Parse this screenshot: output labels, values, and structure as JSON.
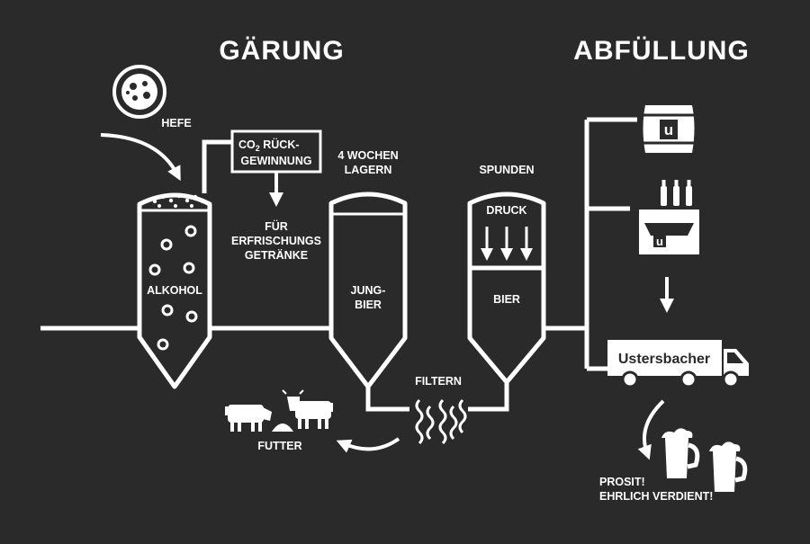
{
  "sections": {
    "left": "GÄRUNG",
    "right": "ABFÜLLUNG"
  },
  "labels": {
    "hefe": "HEFE",
    "co2_line1_main": "CO",
    "co2_line1_sub": "2",
    "co2_line1_rest": " RÜCK-",
    "co2_line2": "GEWINNUNG",
    "fuer_1": "FÜR",
    "fuer_2": "ERFRISCHUNGS",
    "fuer_3": "GETRÄNKE",
    "alkohol": "ALKOHOL",
    "lagern_1": "4 WOCHEN",
    "lagern_2": "LAGERN",
    "jungbier_1": "JUNG-",
    "jungbier_2": "BIER",
    "spunden": "SPUNDEN",
    "druck": "DRUCK",
    "bier": "BIER",
    "filtern": "FILTERN",
    "futter": "FUTTER",
    "truck_brand": "Ustersbacher",
    "barrel_logo": "u",
    "crate_logo": "u",
    "prosit_1": "PROSIT!",
    "prosit_2": "EHRLICH VERDIENT!"
  },
  "icons": {
    "yeast": "yeast-petri-dish-icon",
    "barrel": "beer-barrel-icon",
    "crate": "bottle-crate-icon",
    "truck": "delivery-truck-icon",
    "cows": "cow-icon",
    "mugs": "beer-mug-icon"
  },
  "colors": {
    "background": "#2a2a2a",
    "foreground": "#ffffff"
  }
}
